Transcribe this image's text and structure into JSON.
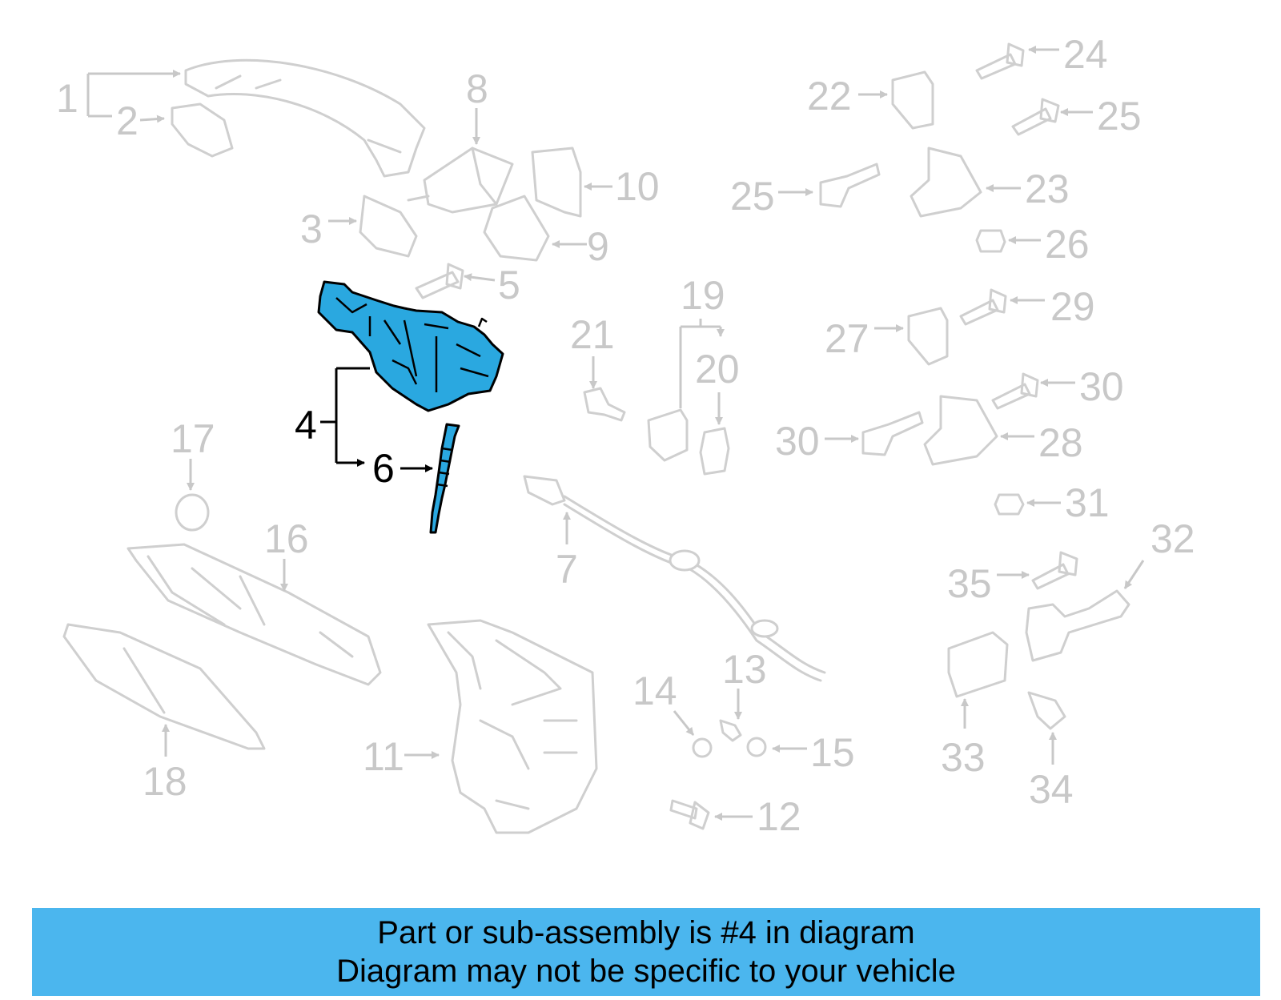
{
  "diagram": {
    "callouts": [
      "1",
      "2",
      "3",
      "4",
      "5",
      "6",
      "7",
      "8",
      "9",
      "10",
      "11",
      "12",
      "13",
      "14",
      "15",
      "16",
      "17",
      "18",
      "19",
      "20",
      "21",
      "22",
      "23",
      "24",
      "25",
      "25",
      "26",
      "27",
      "28",
      "29",
      "30",
      "30",
      "31",
      "32",
      "33",
      "34",
      "35"
    ],
    "highlighted_part": "4",
    "highlight_color": "#2aa8e0"
  },
  "banner": {
    "line1": "Part or sub-assembly is #4 in diagram",
    "line2": "Diagram may not be specific to your vehicle",
    "background": "#4bb6ee"
  }
}
